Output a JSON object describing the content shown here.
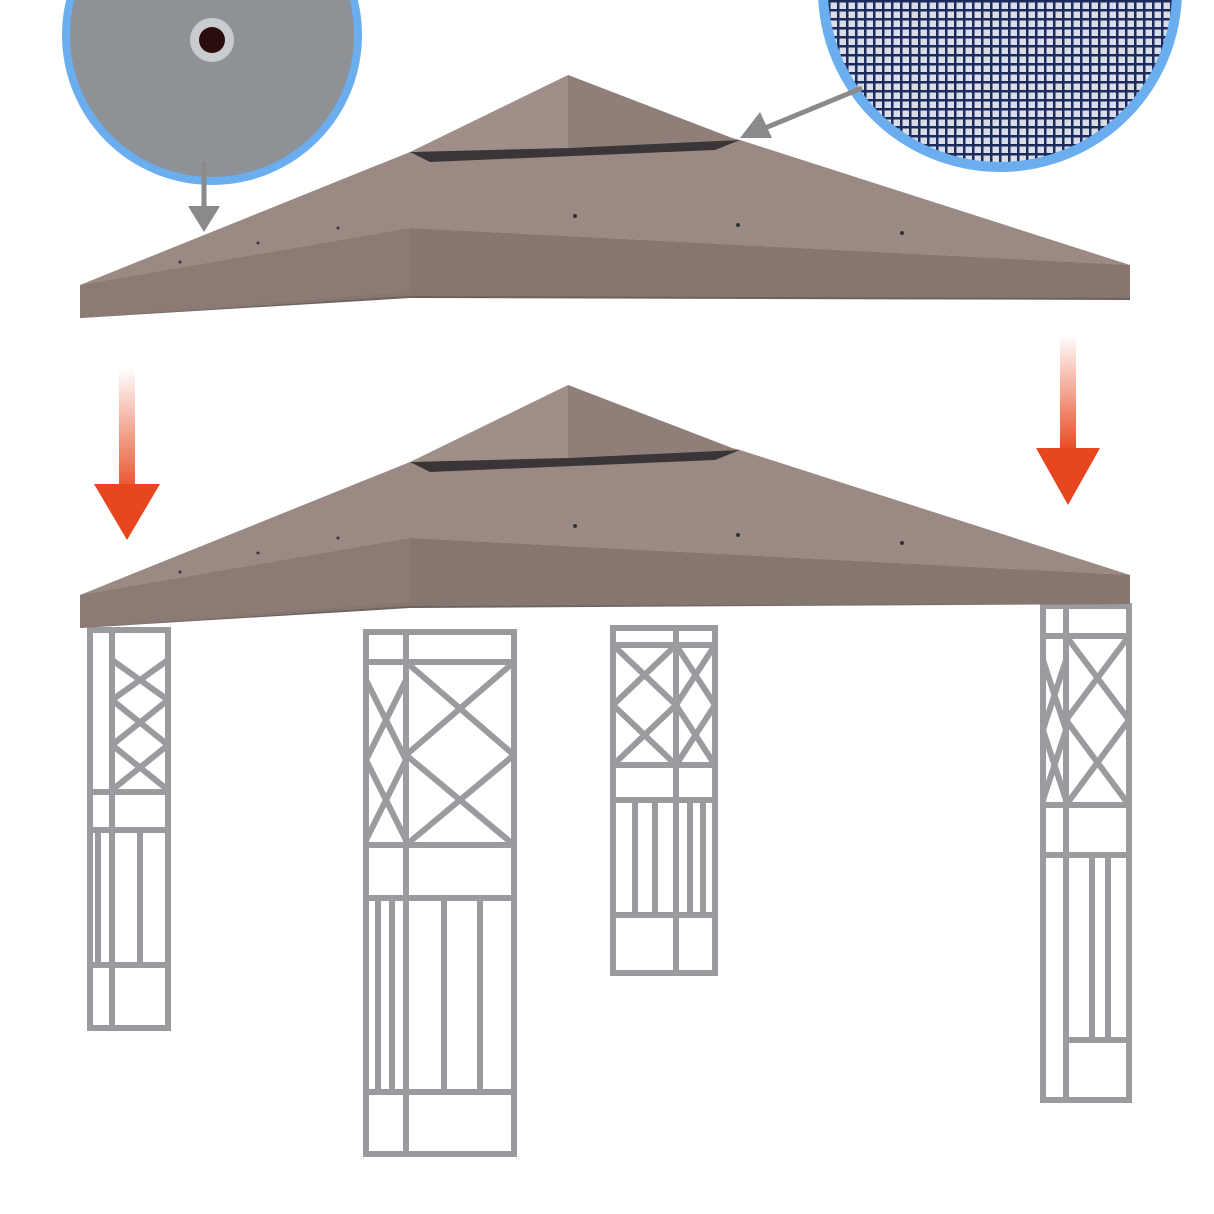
{
  "product": {
    "subject": "replacement-double-tier-gazebo-canopy",
    "callouts": [
      {
        "icon": "grommet-hole-closeup-icon",
        "detail": "fabric-with-drainage-grommet"
      },
      {
        "icon": "mesh-vent-closeup-icon",
        "detail": "mesh-vent-netting"
      }
    ],
    "arrows": [
      {
        "icon": "arrow-down-icon",
        "color": "#e8461e"
      },
      {
        "icon": "arrow-down-icon",
        "color": "#e8461e"
      }
    ]
  },
  "colors": {
    "canopy_top": "#9a8a83",
    "canopy_side": "#8b7b74",
    "canopy_under": "#6e625d",
    "frame": "#9a9a9f",
    "callout_ring": "#6aaef0",
    "fabric_closeup": "#8e9196",
    "mesh": "#1d2a5c",
    "pointer_arrow": "#8a8a8a",
    "drop_arrow": "#e8461e"
  }
}
